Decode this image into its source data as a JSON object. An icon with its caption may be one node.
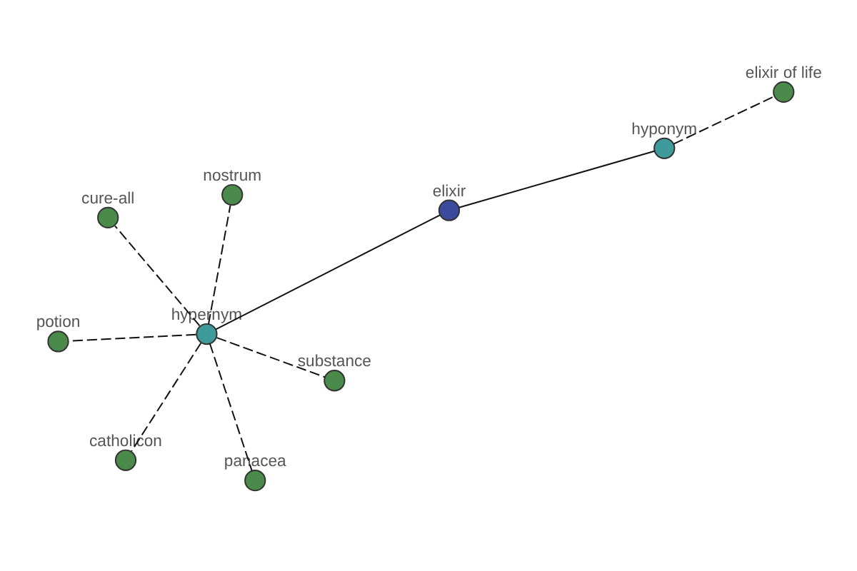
{
  "diagram": {
    "nodes": [
      {
        "text": [
          "elixir of life"
        ]
      },
      {
        "text": [
          "panacea"
        ]
      },
      {
        "text": [
          "hyponym"
        ]
      },
      {
        "text": [
          "cure-all"
        ]
      },
      {
        "text": [
          "potion"
        ]
      },
      {
        "text": [
          "elixir"
        ]
      },
      {
        "text": [
          "nostrum"
        ]
      },
      {
        "text": [
          "hypernym"
        ]
      },
      {
        "text": [
          "catholicon"
        ]
      },
      {
        "text": [
          "substance"
        ]
      }
    ],
    "edges": [
      {
        "from": 7,
        "to": 5,
        "arrow": "none"
      },
      {
        "from": 5,
        "to": 2,
        "arrow": "none"
      },
      {
        "from": 2,
        "to": 0,
        "arrow": "none",
        "style": "dashed"
      },
      {
        "from": 7,
        "to": 1,
        "arrow": "none",
        "style": "dashed"
      },
      {
        "from": 7,
        "to": 3,
        "arrow": "none",
        "style": "dashed"
      },
      {
        "from": 7,
        "to": 4,
        "arrow": "none",
        "style": "dashed"
      },
      {
        "from": 7,
        "to": 6,
        "arrow": "none",
        "style": "dashed"
      },
      {
        "from": 7,
        "to": 8,
        "arrow": "none",
        "style": "dashed"
      },
      {
        "from": 7,
        "to": 9,
        "arrow": "none",
        "style": "dashed"
      }
    ]
  }
}
